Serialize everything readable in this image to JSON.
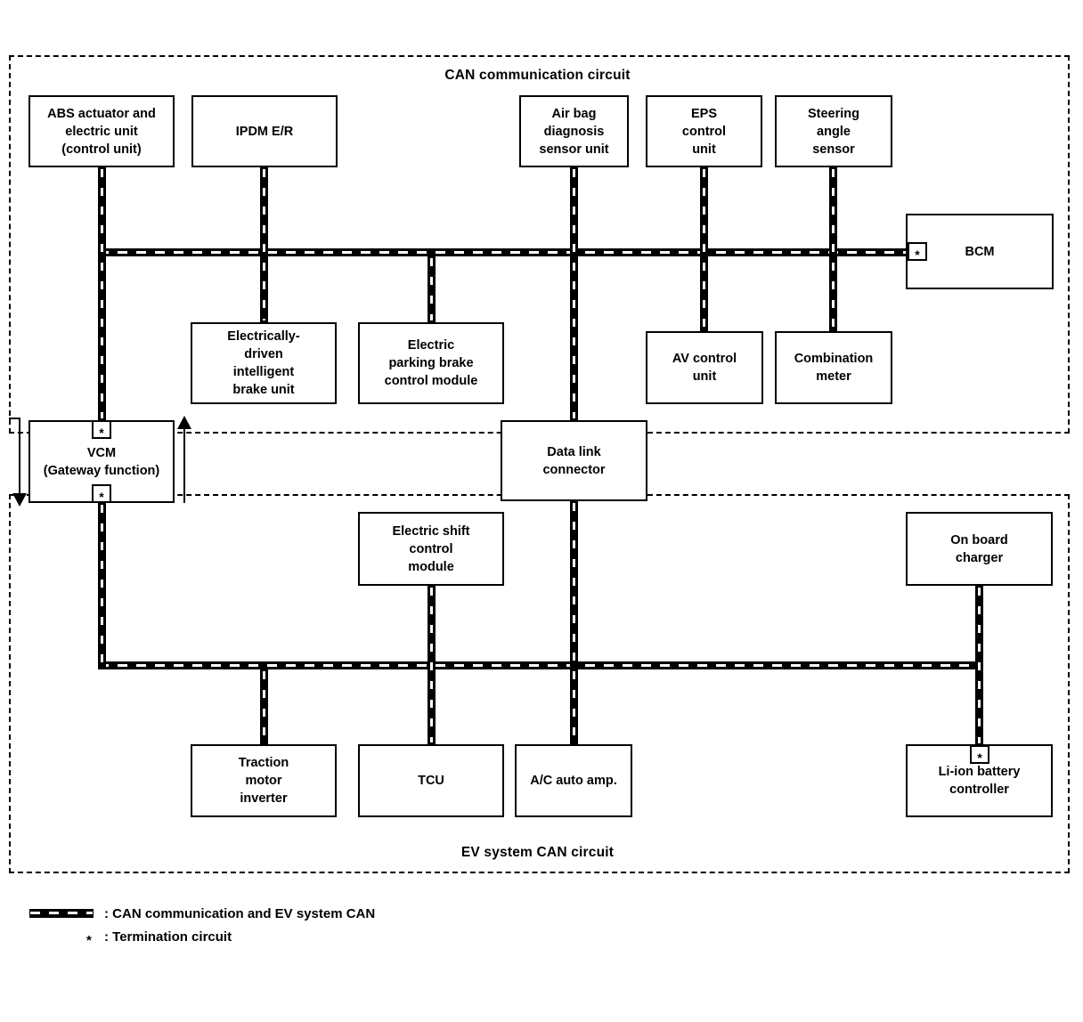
{
  "diagram": {
    "regions": {
      "can": {
        "label": "CAN communication circuit"
      },
      "ev": {
        "label": "EV system CAN circuit"
      }
    },
    "nodes": {
      "abs": {
        "label": "ABS actuator and\nelectric unit\n(control unit)"
      },
      "ipdm": {
        "label": "IPDM E/R"
      },
      "airbag": {
        "label": "Air bag\ndiagnosis\nsensor unit"
      },
      "eps": {
        "label": "EPS\ncontrol\nunit"
      },
      "steering": {
        "label": "Steering\nangle\nsensor"
      },
      "bcm": {
        "label": "BCM"
      },
      "brake": {
        "label": "Electrically-\ndriven\nintelligent\nbrake unit"
      },
      "epb": {
        "label": "Electric\nparking brake\ncontrol module"
      },
      "av": {
        "label": "AV control\nunit"
      },
      "combo": {
        "label": "Combination\nmeter"
      },
      "vcm": {
        "label": "VCM\n(Gateway function)"
      },
      "dlc": {
        "label": "Data link\nconnector"
      },
      "shift": {
        "label": "Electric shift\ncontrol\nmodule"
      },
      "obc": {
        "label": "On board\ncharger"
      },
      "traction": {
        "label": "Traction\nmotor\ninverter"
      },
      "tcu": {
        "label": "TCU"
      },
      "ac": {
        "label": "A/C auto amp."
      },
      "liion": {
        "label": "Li-ion battery\ncontroller"
      }
    },
    "termination_marker": "*",
    "line_color": "#000000",
    "background_color": "#ffffff",
    "legend": {
      "can_line_label": ": CAN communication and EV system CAN",
      "termination_marker": "*",
      "termination_label": ": Termination circuit"
    }
  }
}
